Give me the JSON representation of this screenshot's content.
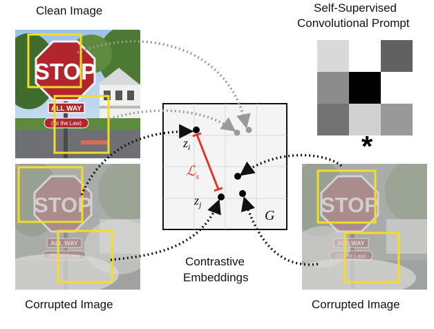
{
  "titles": {
    "clean_image": "Clean Image",
    "prompt_line1": "Self-Supervised",
    "prompt_line2": "Convolutional Prompt",
    "corrupted_left": "Corrupted Image",
    "corrupted_right": "Corrupted Image",
    "embeddings_line1": "Contrastive",
    "embeddings_line2": "Embeddings"
  },
  "sign": {
    "stop": "STOP",
    "all_way": "ALL WAY",
    "to_the_law": "(To the Law)"
  },
  "embedding_space": {
    "name": "G",
    "zi_base": "z",
    "zi_sub": "i",
    "zj_base": "z",
    "zj_sub": "j",
    "loss_base": "ℒ",
    "loss_sub": "s"
  },
  "operator": "*",
  "prompt_kernel_gray_levels": [
    [
      0.85,
      1.0,
      0.38
    ],
    [
      0.55,
      0.0,
      1.0
    ],
    [
      0.45,
      0.82,
      0.6
    ]
  ],
  "colors": {
    "highlight_box": "#f4dc2a",
    "loss_line": "#e0332a",
    "clean_arrow": "#9a9a9a",
    "corrupt_arrow": "#111111",
    "embedding_grid": "#cfcfcf"
  }
}
